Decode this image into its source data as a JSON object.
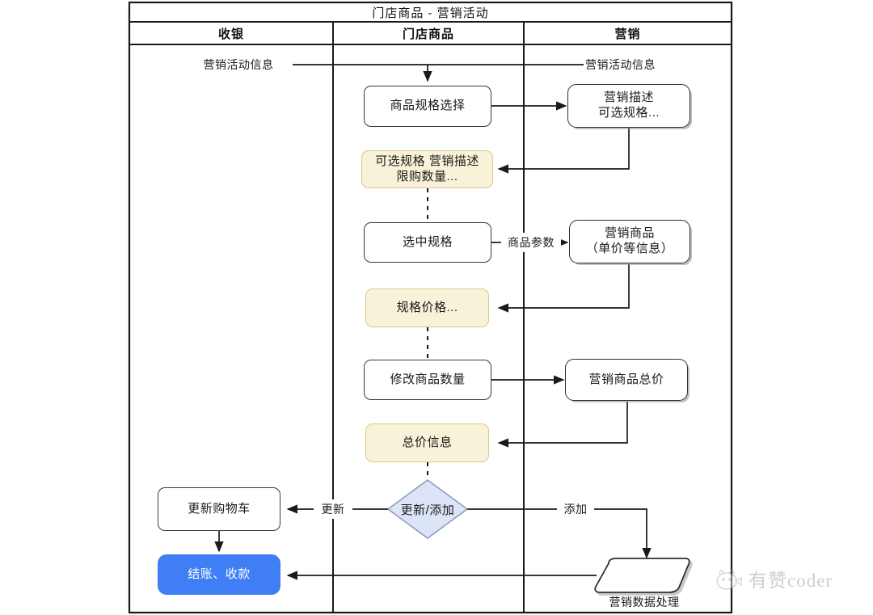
{
  "diagram": {
    "title": "门店商品 - 营销活动",
    "type": "swimlane-flowchart",
    "lanes": [
      {
        "id": "lane-cashier",
        "label": "收银"
      },
      {
        "id": "lane-product",
        "label": "门店商品"
      },
      {
        "id": "lane-marketing",
        "label": "营销"
      }
    ],
    "nodes": [
      {
        "id": "n-promo-info-left",
        "lane": "收银",
        "label": "营销活动信息",
        "shape": "text"
      },
      {
        "id": "n-promo-info-right",
        "lane": "营销",
        "label": "营销活动信息",
        "shape": "text"
      },
      {
        "id": "n-spec-select",
        "lane": "门店商品",
        "label": "商品规格选择",
        "shape": "process"
      },
      {
        "id": "n-promo-desc",
        "lane": "营销",
        "label": "营销描述\n可选规格...",
        "shape": "rough-process"
      },
      {
        "id": "n-note-specs",
        "lane": "门店商品",
        "label": "可选规格 营销描述\n限购数量...",
        "shape": "note"
      },
      {
        "id": "n-spec-chosen",
        "lane": "门店商品",
        "label": "选中规格",
        "shape": "process"
      },
      {
        "id": "n-promo-goods",
        "lane": "营销",
        "label": "营销商品\n（单价等信息）",
        "shape": "rough-process"
      },
      {
        "id": "n-note-price",
        "lane": "门店商品",
        "label": "规格价格...",
        "shape": "note"
      },
      {
        "id": "n-change-qty",
        "lane": "门店商品",
        "label": "修改商品数量",
        "shape": "process"
      },
      {
        "id": "n-promo-total",
        "lane": "营销",
        "label": "营销商品总价",
        "shape": "rough-process"
      },
      {
        "id": "n-note-total",
        "lane": "门店商品",
        "label": "总价信息",
        "shape": "note"
      },
      {
        "id": "n-decision",
        "lane": "门店商品",
        "label": "更新/添加",
        "shape": "decision"
      },
      {
        "id": "n-update-cart",
        "lane": "收银",
        "label": "更新购物车",
        "shape": "process"
      },
      {
        "id": "n-checkout",
        "lane": "收银",
        "label": "结账、收款",
        "shape": "process-accent"
      },
      {
        "id": "n-data-process",
        "lane": "营销",
        "label": "营销数据处理",
        "shape": "data-parallelogram"
      }
    ],
    "edge_labels": [
      {
        "id": "e-product-params",
        "label": "商品参数",
        "from": "n-spec-chosen",
        "to": "n-promo-goods"
      },
      {
        "id": "e-update",
        "label": "更新",
        "from": "n-decision",
        "to": "n-update-cart"
      },
      {
        "id": "e-add",
        "label": "添加",
        "from": "n-decision",
        "to": "n-data-process"
      }
    ],
    "colors": {
      "note_fill": "#f8f2d8",
      "note_border": "#d9c88a",
      "accent_fill": "#3f7ef4",
      "accent_text": "#ffffff",
      "decision_fill": "#dbe5f7",
      "decision_border": "#8d9cb8",
      "stroke": "#2f2f2f",
      "lane_border": "#1a1a1a",
      "background": "#ffffff"
    }
  },
  "watermark": {
    "text": "有赞coder",
    "icon": "mascot-icon"
  }
}
